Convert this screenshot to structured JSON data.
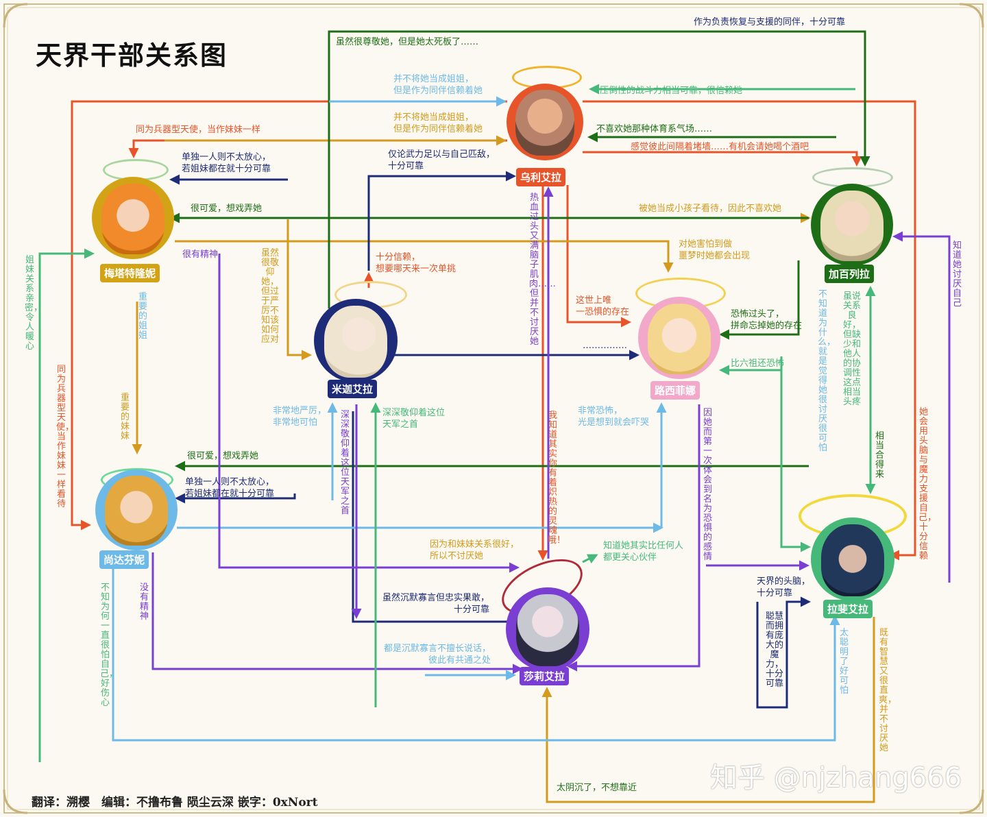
{
  "title": "天界干部关系图",
  "credits": "翻译：溯樱　编辑：不撸布鲁  陨尘云深  嵌字：0xNort",
  "watermark": "知乎 @njzhang666",
  "characters": {
    "uriel": {
      "name": "乌利艾拉",
      "color": "#e8542a"
    },
    "metatron": {
      "name": "梅塔特隆妮",
      "color": "#d3a316"
    },
    "gabriel": {
      "name": "加百列拉",
      "color": "#1d6e16"
    },
    "michaela": {
      "name": "米迦艾拉",
      "color": "#1d2b78"
    },
    "lucifer": {
      "name": "路西菲娜",
      "color": "#f2a8c9"
    },
    "sandalphon": {
      "name": "尚达芬妮",
      "color": "#6db9e8"
    },
    "sariel": {
      "name": "莎莉艾拉",
      "color": "#7a3ed2"
    },
    "raziel": {
      "name": "拉斐艾拉",
      "color": "#46b97a"
    }
  },
  "labels": {
    "l01": "作为负责恢复与支援的同伴，十分可靠",
    "l02": "虽然很尊敬她，但是她太死板了……",
    "l03": "并不将她当成姐姐，\n但是作为同伴信赖着她",
    "l04": "并不将她当成姐姐，\n但是作为同伴信赖着她",
    "l05": "压倒性的战斗力相当可靠，很信赖她",
    "l06": "同为兵器型天使，当作妹妹一样",
    "l07": "不喜欢她那种体育系气场……",
    "l08": "感觉彼此间隔着堵墙……有机会请她喝个酒吧",
    "l09": "单独一人则不太放心，\n若姐妹都在就十分可靠",
    "l10": "仅论武力足以与自己匹敌，\n十分可靠",
    "l11": "很可爱，想戏弄她",
    "l12": "被她当成小孩子看待，因此不喜欢她",
    "l13": "对她害怕到做\n噩梦时她都会出现",
    "l14": "很有精神",
    "l15": "十分信赖，\n想要哪天来一次单挑",
    "l16": "这世上唯\n一恐惧的存在",
    "l17": "恐怖过头了，\n拼命忘掉她的存在",
    "l18": "……………",
    "l19": "比六祖还恐怖",
    "l20": "非常地严厉，\n非常地可怕",
    "l21": "深深敬仰着这位\n天军之首",
    "l22": "非常恐怖，\n光是想到就会吓哭",
    "l23": "很可爱，想戏弄她",
    "l24": "单独一人则不太放心，\n若姐妹都在就十分可靠",
    "l25": "因为和妹妹关系很好，\n所以不讨厌她",
    "l26": "知道她其实比任何人\n都更关心伙伴",
    "l27": "虽然沉默寡言但忠实果敢，\n十分可靠",
    "l28": "天界的头脑，\n十分可靠",
    "l29": "都是沉默寡言不擅长说话，\n彼此有共通之处",
    "l30": "太阴沉了，不想靠近",
    "v01": "姐妹关系亲密，令人暖心",
    "v02": "同为兵器型天使，当作妹妹一样看待",
    "v03": "重要的姐姐",
    "v04": "重要的妹妹",
    "v05": "不知为何一直很怕自己，好伤心",
    "v06": "没有精神",
    "v07": "虽然很敬仰她，但过于严厉不知该如何应对",
    "v08": "深深敬仰着这位天军之首",
    "v09": "热血过头又满脑子肌肉……但并不讨厌她",
    "v10": "我知道其实你有着炽热的灵魂哦！",
    "v11": "因她而第一次体会到名为恐惧的感情",
    "v12": "聪慧而拥有庞大的魔力，十分可靠",
    "v13": "不知道为什么，就是觉得她很讨厌很可怕",
    "v14": "虽说关系良好，但缺少和他人的协调性这点相当头疼",
    "v15": "相当合得来",
    "v16": "知道她讨厌自己",
    "v17": "她会用头脑与魔力支援自己，十分信赖",
    "v18": "太聪明了好可怕",
    "v19": "既有智慧又很直爽，并不讨厌她"
  }
}
